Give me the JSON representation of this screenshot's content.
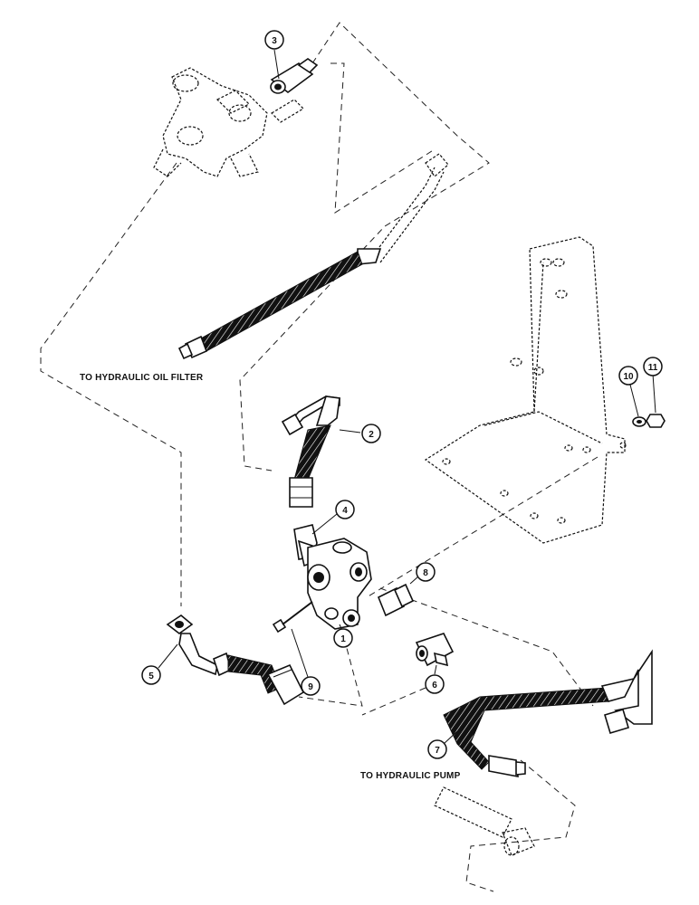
{
  "notes": {
    "oil_filter": "TO HYDRAULIC OIL FILTER",
    "pump": "TO HYDRAULIC PUMP"
  },
  "callouts": [
    "1",
    "2",
    "3",
    "4",
    "5",
    "6",
    "7",
    "8",
    "9",
    "10",
    "11"
  ]
}
